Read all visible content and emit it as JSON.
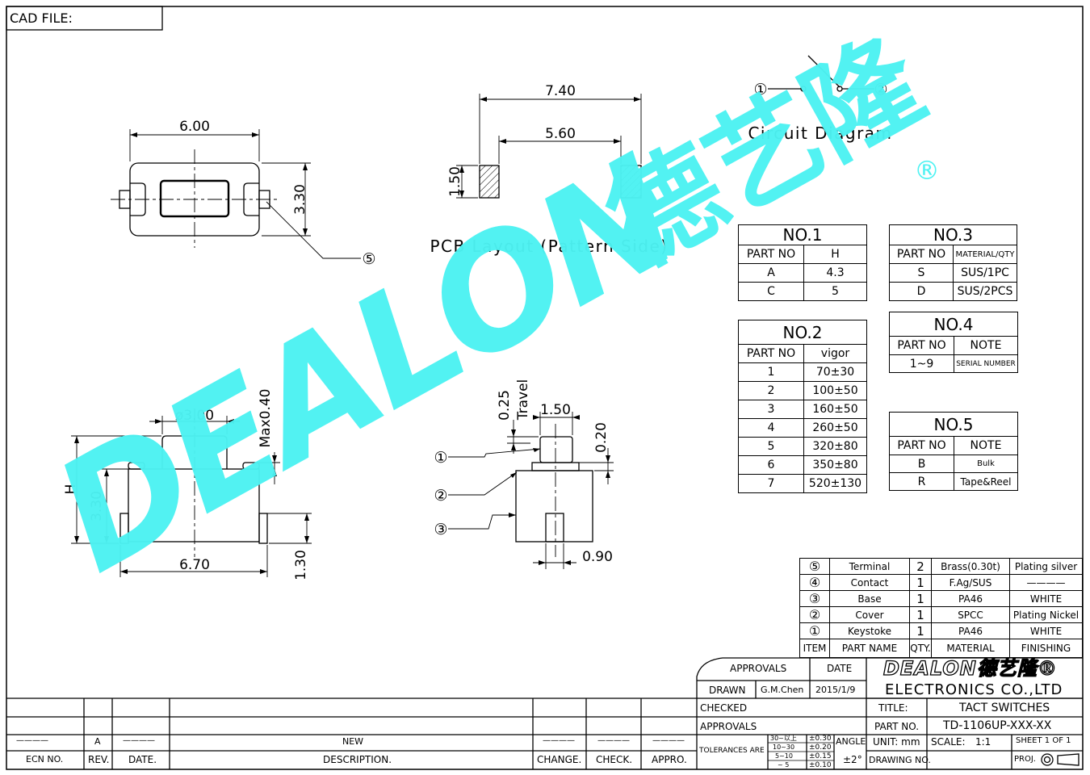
{
  "cad_file_label": "CAD FILE:",
  "watermark": {
    "latin": "DEALON",
    "chinese": "德艺隆",
    "registered": "®",
    "color": "#4DF2F2"
  },
  "top_view": {
    "width": "6.00",
    "height": "3.30",
    "callout": "⑤"
  },
  "pcb_layout": {
    "outer": "7.40",
    "inner": "5.60",
    "pad_height": "1.50",
    "caption": "PCB Layout (Pattern Side)"
  },
  "circuit": {
    "caption": "Circuit Diagram",
    "pin1": "①",
    "pin2": "②"
  },
  "front_view": {
    "diameter": "ø3.00",
    "max": "Max0.40",
    "h": "H",
    "body_h": "3.30",
    "width": "6.70",
    "base_h": "1.30"
  },
  "side_view": {
    "travel_value": "0.25",
    "travel_label": "Travel",
    "stem_w": "1.50",
    "cap_h": "0.20",
    "slot_w": "0.90",
    "callouts": [
      "①",
      "②",
      "③"
    ]
  },
  "table_no1": {
    "title": "NO.1",
    "headers": [
      "PART NO",
      "H"
    ],
    "rows": [
      [
        "A",
        "4.3"
      ],
      [
        "C",
        "5"
      ]
    ]
  },
  "table_no2": {
    "title": "NO.2",
    "headers": [
      "PART NO",
      "vigor"
    ],
    "rows": [
      [
        "1",
        "70±30"
      ],
      [
        "2",
        "100±50"
      ],
      [
        "3",
        "160±50"
      ],
      [
        "4",
        "260±50"
      ],
      [
        "5",
        "320±80"
      ],
      [
        "6",
        "350±80"
      ],
      [
        "7",
        "520±130"
      ]
    ]
  },
  "table_no3": {
    "title": "NO.3",
    "headers": [
      "PART NO",
      "MATERIAL/QTY"
    ],
    "rows": [
      [
        "S",
        "SUS/1PC"
      ],
      [
        "D",
        "SUS/2PCS"
      ]
    ]
  },
  "table_no4": {
    "title": "NO.4",
    "headers": [
      "PART NO",
      "NOTE"
    ],
    "rows": [
      [
        "1~9",
        "SERIAL NUMBER"
      ]
    ]
  },
  "table_no5": {
    "title": "NO.5",
    "headers": [
      "PART NO",
      "NOTE"
    ],
    "rows": [
      [
        "B",
        "Bulk"
      ],
      [
        "R",
        "Tape&Reel"
      ]
    ]
  },
  "bom": {
    "rows": [
      [
        "⑤",
        "Terminal",
        "2",
        "Brass(0.30t)",
        "Plating silver"
      ],
      [
        "④",
        "Contact",
        "1",
        "F.Ag/SUS",
        "————"
      ],
      [
        "③",
        "Base",
        "1",
        "PA46",
        "WHITE"
      ],
      [
        "②",
        "Cover",
        "1",
        "SPCC",
        "Plating Nickel"
      ],
      [
        "①",
        "Keystoke",
        "1",
        "PA46",
        "WHITE"
      ]
    ],
    "headers": [
      "ITEM",
      "PART NAME",
      "QTY.",
      "MATERIAL",
      "FINISHING"
    ]
  },
  "title_block": {
    "approvals": "APPROVALS",
    "date": "DATE",
    "drawn": "DRAWN",
    "drawn_by": "G.M.Chen",
    "drawn_date": "2015/1/9",
    "checked": "CHECKED",
    "approvals2": "APPROVALS",
    "tolerances": "TOLERANCES ARE",
    "tol_ranges": [
      "30~以上",
      "10~30",
      "5~10",
      "~ 5"
    ],
    "tol_values": [
      "±0.30",
      "±0.20",
      "±0.15",
      "±0.10"
    ],
    "angle": "ANGLE",
    "angle_value": "±2°",
    "logo": "DEALON德艺隆®",
    "company": "ELECTRONICS CO.,LTD",
    "title_label": "TITLE:",
    "title": "TACT SWITCHES",
    "part_no_label": "PART NO.",
    "part_no": "TD-1106UP-XXX-XX",
    "unit": "UNIT: mm",
    "scale_label": "SCALE:",
    "scale": "1:1",
    "sheet": "SHEET 1 OF 1",
    "drawing_no": "DRAWING NO.",
    "proj": "PROJ."
  },
  "revision": {
    "row": [
      "————",
      "A",
      "————",
      "NEW",
      "————",
      "————",
      "————"
    ],
    "headers": [
      "ECN NO.",
      "REV.",
      "DATE.",
      "DESCRIPTION.",
      "CHANGE.",
      "CHECK.",
      "APPRO."
    ]
  }
}
